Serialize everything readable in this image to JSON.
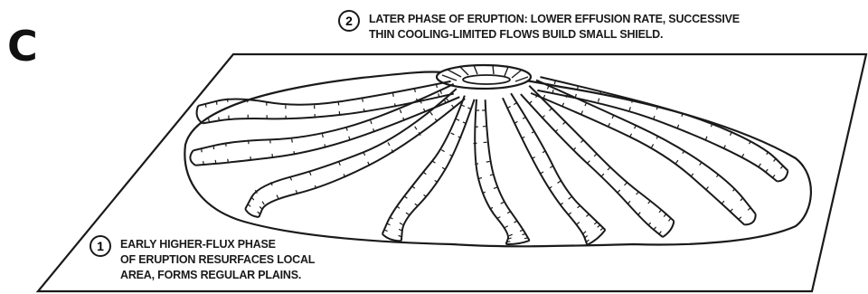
{
  "panel": {
    "letter": "C"
  },
  "phase2": {
    "number": "2",
    "lines": [
      "LATER PHASE OF ERUPTION: LOWER EFFUSION RATE, SUCCESSIVE",
      "THIN COOLING-LIMITED FLOWS BUILD SMALL SHIELD."
    ]
  },
  "phase1": {
    "number": "1",
    "lines": [
      "EARLY HIGHER-FLUX PHASE",
      "OF ERUPTION RESURFACES LOCAL",
      "AREA, FORMS REGULAR PLAINS."
    ]
  },
  "colors": {
    "ink": "#1a1a1a",
    "background": "#ffffff"
  }
}
